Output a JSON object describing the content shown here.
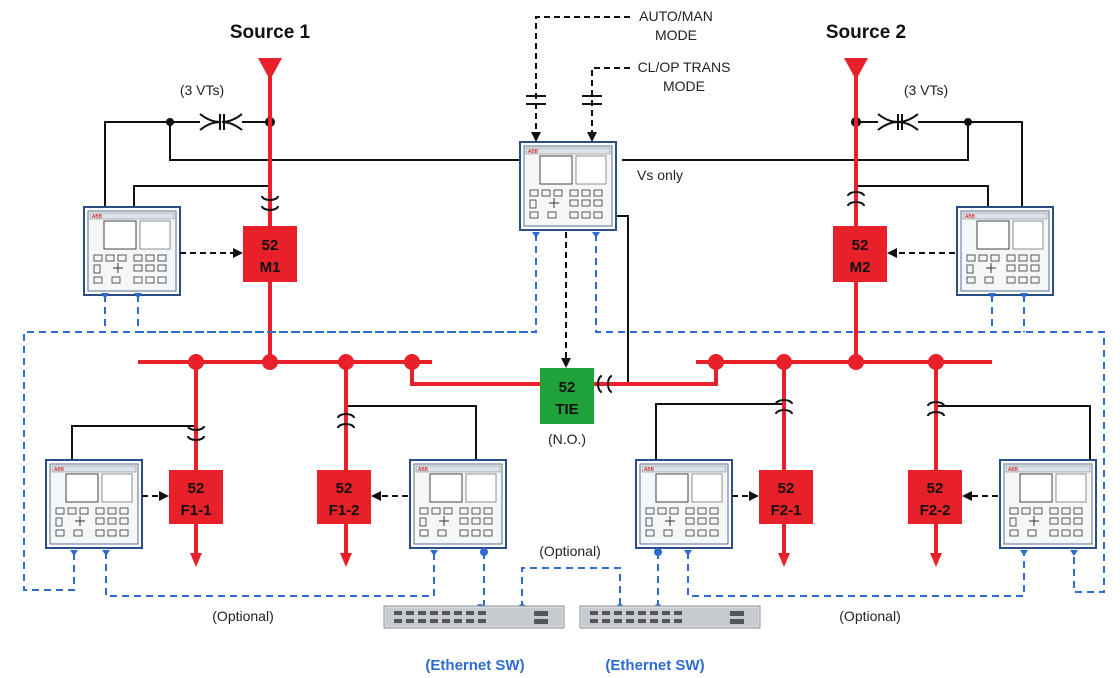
{
  "sources": {
    "source1": "Source 1",
    "source2": "Source 2"
  },
  "labels": {
    "vts_left": "(3 VTs)",
    "vts_right": "(3 VTs)",
    "auto_man_line1": "AUTO/MAN",
    "auto_man_line2": "MODE",
    "clop_line1": "CL/OP TRANS",
    "clop_line2": "MODE",
    "vs_only": "Vs only",
    "no": "(N.O.)",
    "optional_top": "(Optional)",
    "optional_left": "(Optional)",
    "optional_right": "(Optional)",
    "eth_sw_left": "(Ethernet SW)",
    "eth_sw_right": "(Ethernet SW)"
  },
  "breakers": {
    "m1": {
      "num": "52",
      "name": "M1"
    },
    "m2": {
      "num": "52",
      "name": "M2"
    },
    "tie": {
      "num": "52",
      "name": "TIE"
    },
    "f1_1": {
      "num": "52",
      "name": "F1-1"
    },
    "f1_2": {
      "num": "52",
      "name": "F1-2"
    },
    "f2_1": {
      "num": "52",
      "name": "F2-1"
    },
    "f2_2": {
      "num": "52",
      "name": "F2-2"
    }
  },
  "relay_brand": "ABB",
  "colors": {
    "bus": "#e8202a",
    "breaker": "#e8202a",
    "tie_breaker": "#20a23a",
    "comm": "#2e6bd1",
    "wire": "#111111"
  }
}
